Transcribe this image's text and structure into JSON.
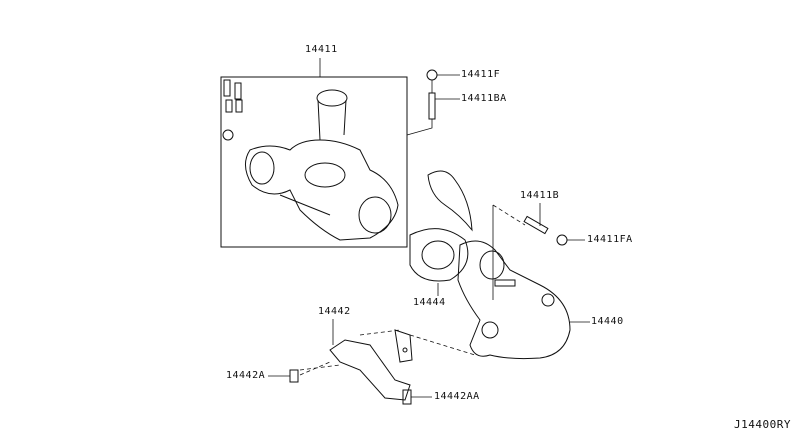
{
  "diagram": {
    "code": "J14400RY",
    "parts": {
      "turbo_assembly": "14411",
      "nut_top": "14411F",
      "stud_top": "14411BA",
      "stud_side": "14411B",
      "nut_side": "14411FA",
      "gasket": "14444",
      "exhaust_manifold": "14440",
      "bracket": "14442",
      "bolt_left": "14442A",
      "bolt_bottom": "14442AA"
    }
  }
}
